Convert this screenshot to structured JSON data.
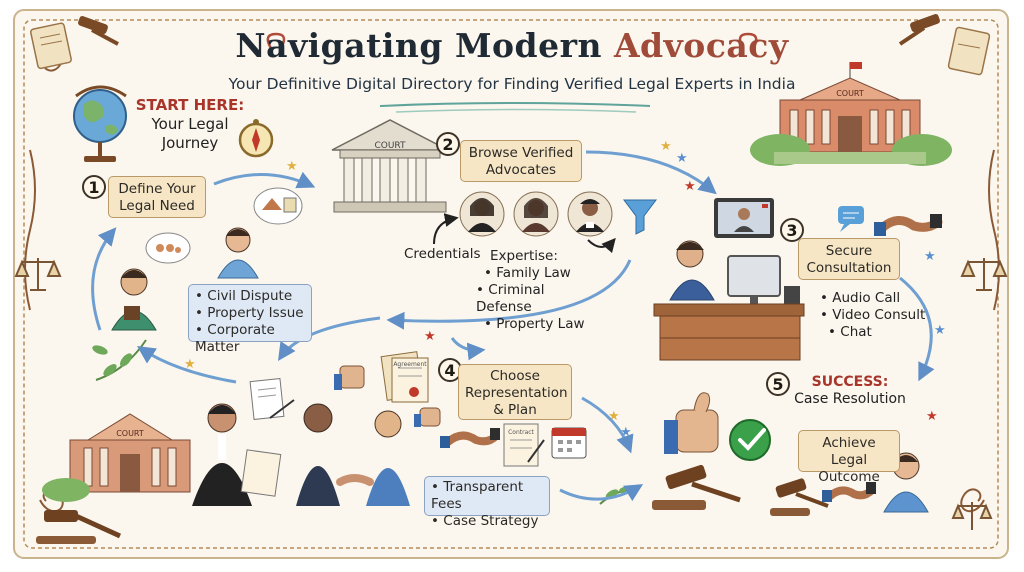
{
  "header": {
    "title_part1": "Navigating Modern ",
    "title_part2": "Advocacy",
    "subtitle": "Your Definitive Digital Directory for Finding Verified Legal Experts in India"
  },
  "start": {
    "headline": "START HERE:",
    "text": "Your Legal Journey"
  },
  "steps": [
    {
      "number": "1",
      "label": "Define Your Legal Need",
      "items": [
        "Civil Dispute",
        "Property Issue",
        "Corporate Matter"
      ]
    },
    {
      "number": "2",
      "label": "Browse Verified Advocates",
      "credentials_label": "Credentials",
      "expertise_label": "Expertise:",
      "items": [
        "Family Law",
        "Criminal Defense",
        "Property Law"
      ]
    },
    {
      "number": "3",
      "label": "Secure Consultation",
      "items": [
        "Audio Call",
        "Video Consult",
        "Chat"
      ]
    },
    {
      "number": "4",
      "label": "Choose Representation & Plan",
      "items": [
        "Transparent Fees",
        "Case Strategy"
      ]
    },
    {
      "number": "5",
      "headline": "SUCCESS:",
      "text": "Case Resolution",
      "label": "Achieve Legal Outcome"
    }
  ],
  "building_signs": [
    "COURT",
    "COURT",
    "COURT"
  ],
  "document_labels": [
    "Agreement",
    "Contract"
  ],
  "colors": {
    "note_fill": "#f6e6c6",
    "note_border": "#b99968",
    "list_fill": "#dfe9f6",
    "accent": "#a04a3a",
    "success_red": "#a8342a",
    "arrow_blue": "#6f9fd1",
    "check_green": "#2e9a3b"
  }
}
